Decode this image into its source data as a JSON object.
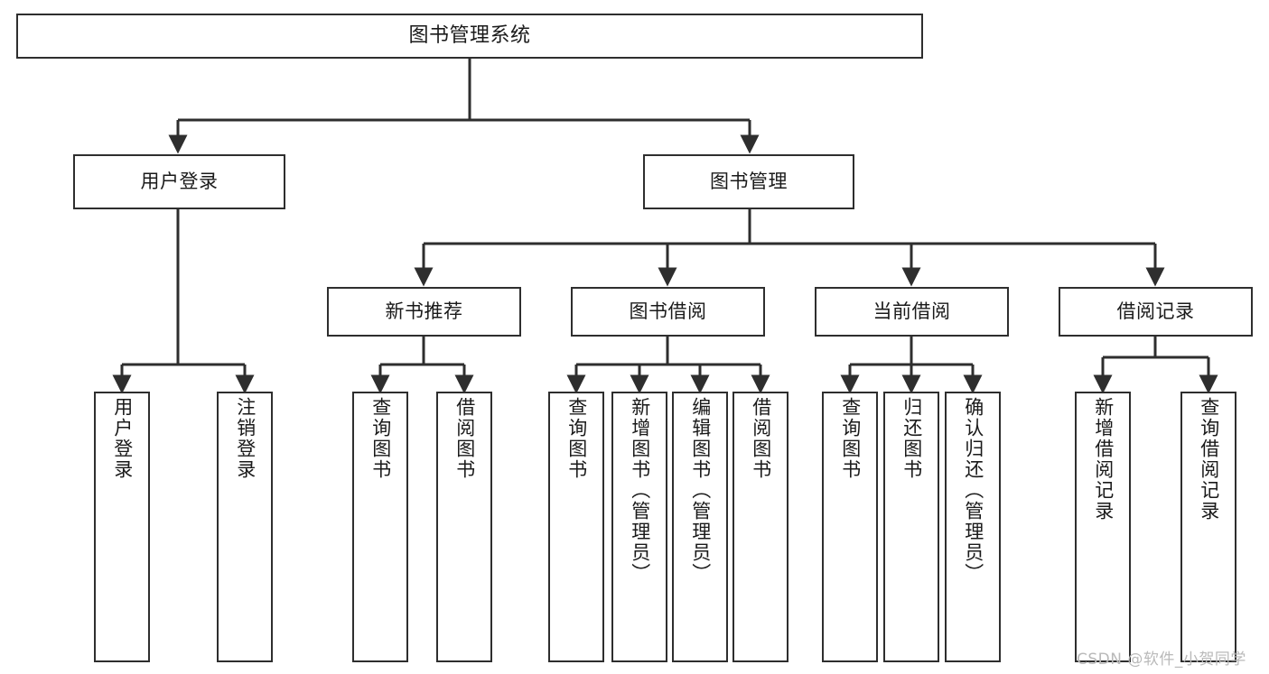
{
  "diagram": {
    "type": "tree-hierarchy",
    "title": "图书管理系统",
    "watermark": "CSDN @软件_小贺同学",
    "nodes": {
      "root": {
        "label": "图书管理系统"
      },
      "level2": [
        {
          "id": "user-login",
          "label": "用户登录"
        },
        {
          "id": "book-management",
          "label": "图书管理"
        }
      ],
      "level3": [
        {
          "id": "new-book-recommend",
          "label": "新书推荐"
        },
        {
          "id": "book-borrow",
          "label": "图书借阅"
        },
        {
          "id": "current-borrow",
          "label": "当前借阅"
        },
        {
          "id": "borrow-record",
          "label": "借阅记录"
        }
      ],
      "leaves": {
        "user_login": [
          {
            "id": "leaf-user-login",
            "label": "用户登录"
          },
          {
            "id": "leaf-logout-login",
            "label": "注销登录"
          }
        ],
        "new_book_recommend": [
          {
            "id": "leaf-query-book-1",
            "label": "查询图书"
          },
          {
            "id": "leaf-borrow-book-1",
            "label": "借阅图书"
          }
        ],
        "book_borrow": [
          {
            "id": "leaf-query-book-2",
            "label": "查询图书"
          },
          {
            "id": "leaf-add-book-admin",
            "label": "新增图书（管理员）"
          },
          {
            "id": "leaf-edit-book-admin",
            "label": "编辑图书（管理员）"
          },
          {
            "id": "leaf-borrow-book-2",
            "label": "借阅图书"
          }
        ],
        "current_borrow": [
          {
            "id": "leaf-query-book-3",
            "label": "查询图书"
          },
          {
            "id": "leaf-return-book",
            "label": "归还图书"
          },
          {
            "id": "leaf-confirm-return-admin",
            "label": "确认归还（管理员）"
          }
        ],
        "borrow_record": [
          {
            "id": "leaf-add-borrow-record",
            "label": "新增借阅记录"
          },
          {
            "id": "leaf-query-borrow-record",
            "label": "查询借阅记录"
          }
        ]
      }
    },
    "colors": {
      "border": "#2e2e2e",
      "background": "#ffffff",
      "text": "#1a1a1a",
      "connector": "#2e2e2e",
      "watermark": "#b9b9b9"
    }
  }
}
